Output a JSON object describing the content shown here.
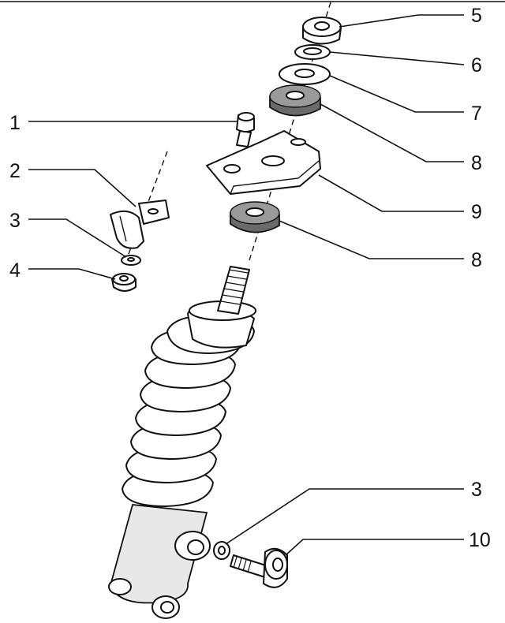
{
  "callouts": {
    "c1": "1",
    "c2": "2",
    "c3a": "3",
    "c4": "4",
    "c5": "5",
    "c6": "6",
    "c7": "7",
    "c8a": "8",
    "c9": "9",
    "c8b": "8",
    "c3b": "3",
    "c10": "10"
  },
  "colors": {
    "ink": "#111111",
    "background": "#ffffff",
    "rubber": "#6a6a6a"
  }
}
